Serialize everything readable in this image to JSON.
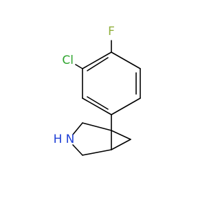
{
  "molecule": {
    "atoms": {
      "fluorine": {
        "label": "F",
        "color": "#8fae3a"
      },
      "chlorine": {
        "label": "Cl",
        "color": "#2fa52f"
      },
      "nitrogen_h": {
        "label": "H",
        "color": "#1f3fd6"
      },
      "nitrogen": {
        "label": "N",
        "color": "#1f3fd6"
      }
    }
  }
}
